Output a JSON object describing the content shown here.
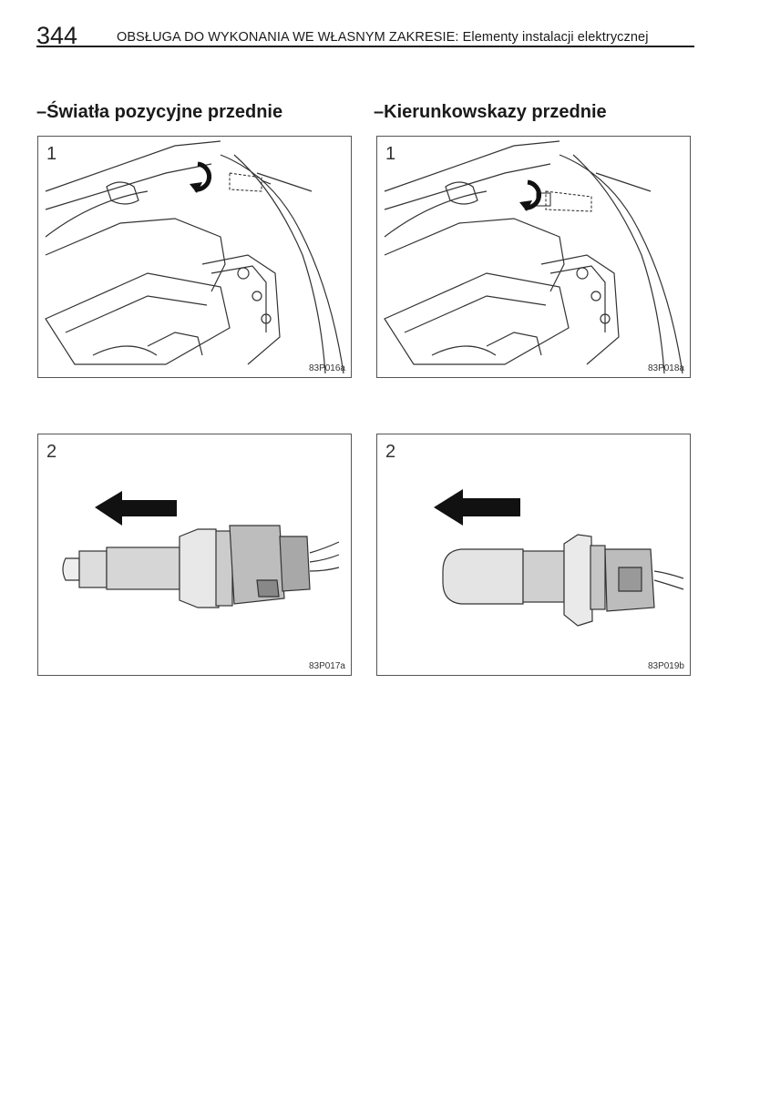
{
  "header": {
    "page_number": "344",
    "running_title": "OBSŁUGA DO WYKONANIA WE WŁASNYM ZAKRESIE: Elementy instalacji elektrycznej"
  },
  "sections": {
    "left_title": "–Światła pozycyjne przednie",
    "right_title": "–Kierunkowskazy przednie"
  },
  "figures": [
    {
      "step": "1",
      "code": "83P016a"
    },
    {
      "step": "1",
      "code": "83P018a"
    },
    {
      "step": "2",
      "code": "83P017a"
    },
    {
      "step": "2",
      "code": "83P019b"
    }
  ]
}
